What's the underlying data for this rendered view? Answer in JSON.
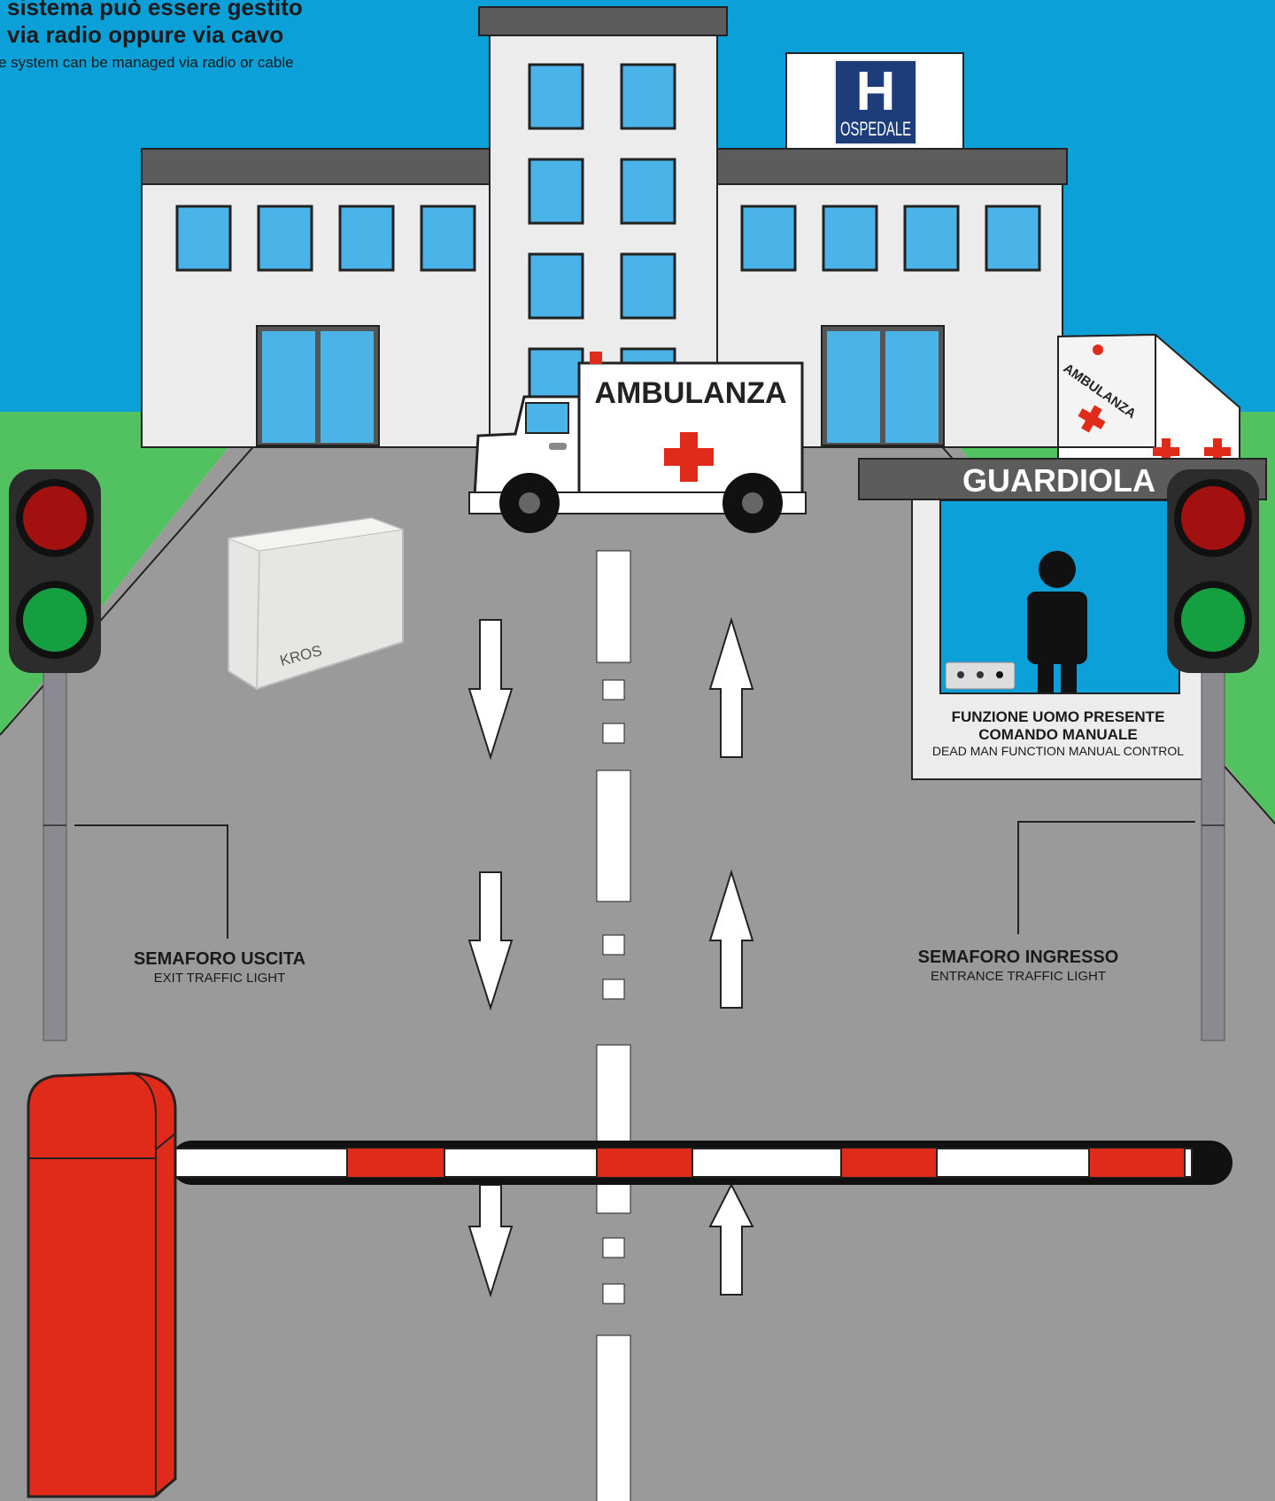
{
  "header": {
    "line1": "sistema può essere gestito",
    "line2": "via radio oppure via cavo",
    "line3": "e system can be managed via radio or cable"
  },
  "sign_hospital": {
    "letter": "H",
    "label": "OSPEDALE"
  },
  "ambulance_main": {
    "label": "AMBULANZA"
  },
  "ambulance_side": {
    "label": "AMBULANZA"
  },
  "controller_box": {
    "brand": "KROS"
  },
  "guard_booth": {
    "title": "GUARDIOLA",
    "caption_line1": "FUNZIONE UOMO PRESENTE",
    "caption_line2": "COMANDO MANUALE",
    "caption_line3": "DEAD MAN FUNCTION MANUAL CONTROL"
  },
  "exit_light": {
    "label": "SEMAFORO USCITA",
    "sublabel": "EXIT TRAFFIC LIGHT"
  },
  "entrance_light": {
    "label": "SEMAFORO INGRESSO",
    "sublabel": "ENTRANCE TRAFFIC LIGHT"
  },
  "colors": {
    "sky": "#0ca0d8",
    "grass": "#52c260",
    "road": "#9a9a9a",
    "barrier_red": "#e02a1a",
    "window_blue": "#4ab4e8",
    "building": "#ececec",
    "roof": "#5c5c5c"
  }
}
